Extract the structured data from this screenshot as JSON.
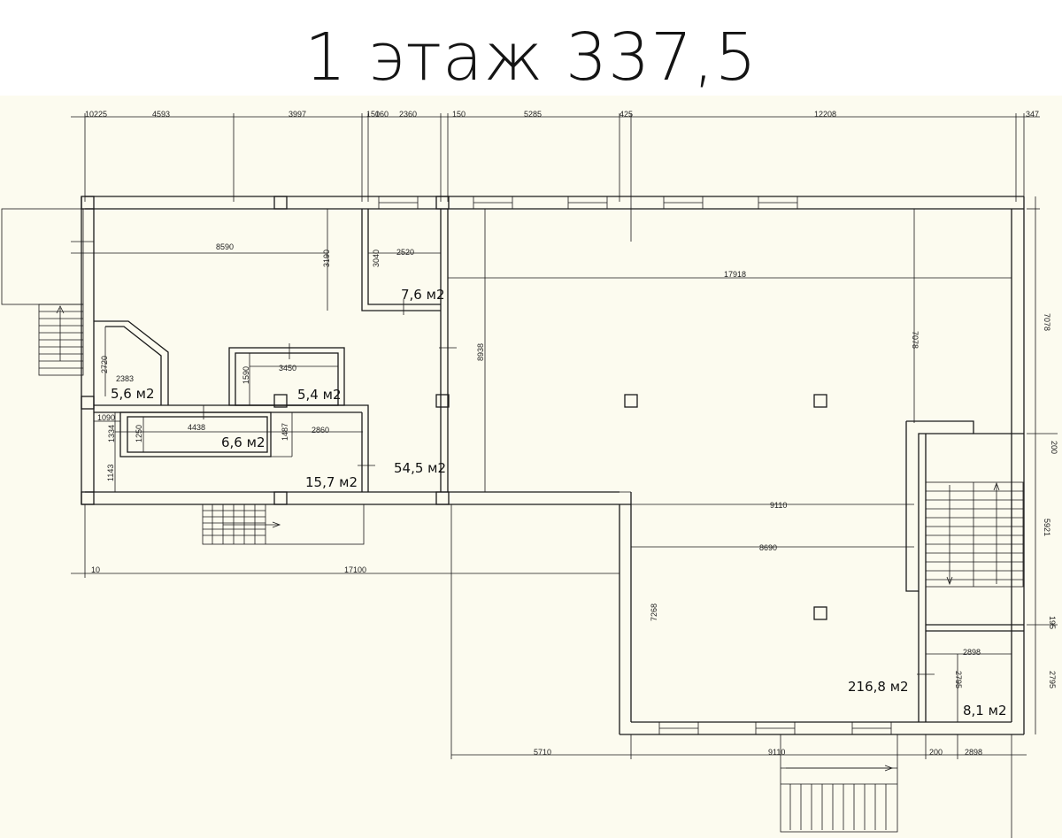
{
  "header": {
    "title": "1 этаж 337,5"
  },
  "plan": {
    "background": "#fcfbef",
    "line_color": "#1a1a1a",
    "rooms": [
      {
        "id": "r1",
        "area": "7,6 м2"
      },
      {
        "id": "r2",
        "area": "5,6 м2"
      },
      {
        "id": "r3",
        "area": "5,4 м2"
      },
      {
        "id": "r4",
        "area": "6,6 м2"
      },
      {
        "id": "r5",
        "area": "54,5 м2"
      },
      {
        "id": "r6",
        "area": "15,7 м2"
      },
      {
        "id": "r7",
        "area": "216,8 м2"
      },
      {
        "id": "r8",
        "area": "8,1 м2"
      }
    ],
    "dimensions": [
      "10225",
      "4593",
      "3997",
      "150",
      "160",
      "2360",
      "150",
      "5285",
      "425",
      "12208",
      "347",
      "8590",
      "3190",
      "3040",
      "2520",
      "17918",
      "7078",
      "7078",
      "8938",
      "2720",
      "2383",
      "3450",
      "1590",
      "1090",
      "4438",
      "1334",
      "1250",
      "1487",
      "2860",
      "1143",
      "9110",
      "8690",
      "5921",
      "200",
      "17100",
      "10",
      "7268",
      "195",
      "2898",
      "2795",
      "2795",
      "5710",
      "9110",
      "200",
      "2898"
    ]
  }
}
